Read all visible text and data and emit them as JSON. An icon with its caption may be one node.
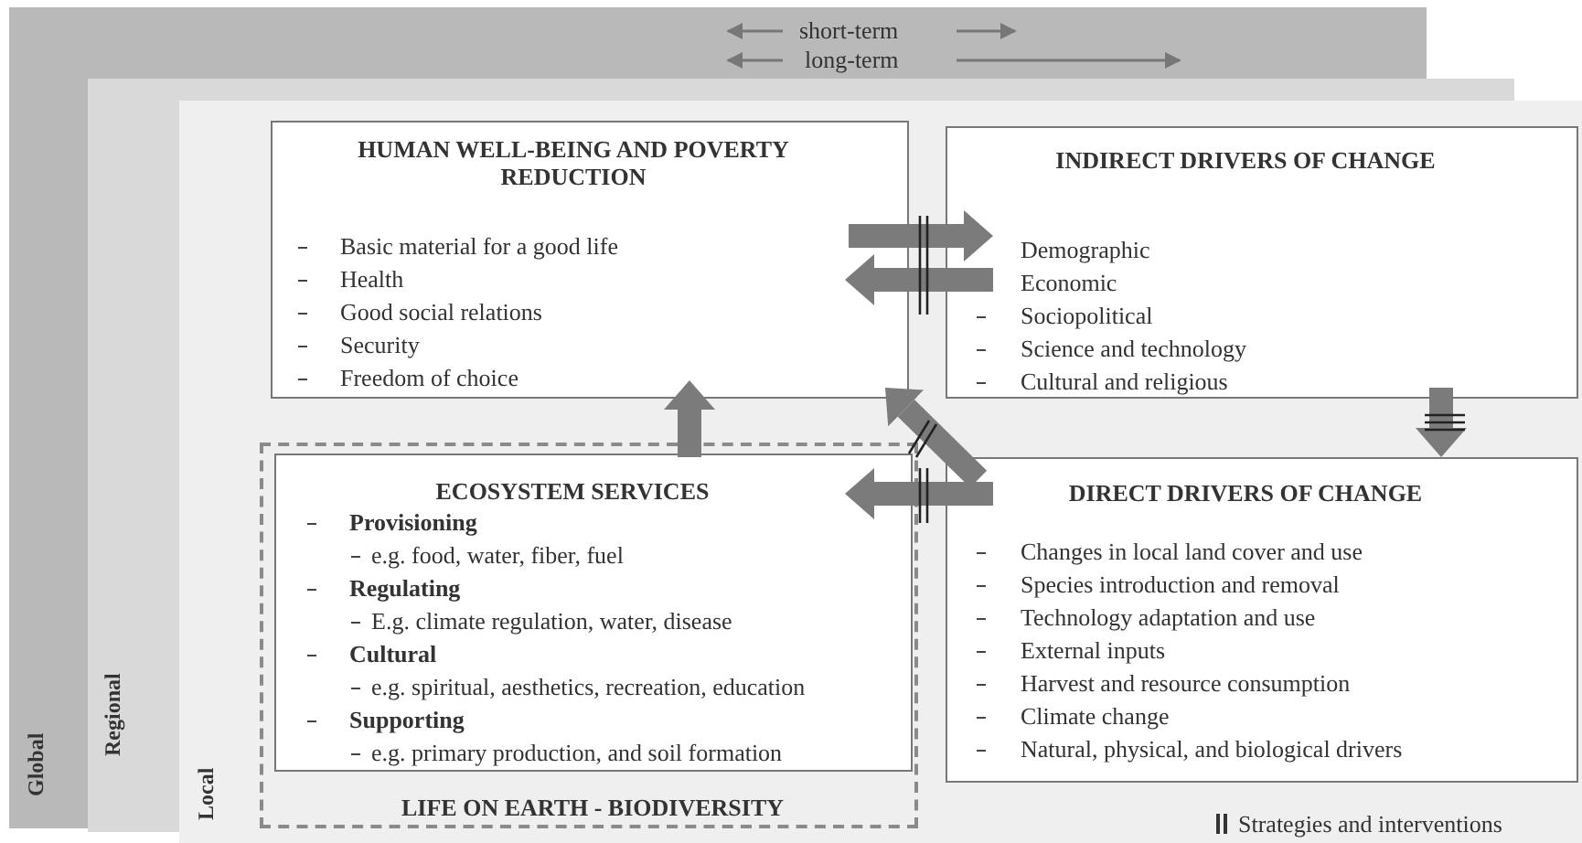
{
  "diagram": {
    "nodes": [
      {
        "text": [
          "Global"
        ]
      },
      {
        "text": [
          "Regional"
        ]
      },
      {
        "text": [
          "Local"
        ]
      },
      {
        "text": [
          "HUMAN WELL-BEING AND POVERTY REDUCTION",
          "Basic material for a good life",
          "Health",
          "Good social relations",
          "Security",
          "Freedom of choice"
        ],
        "in": 2
      },
      {
        "text": [
          "INDIRECT DRIVERS OF CHANGE",
          "Demographic",
          "Economic",
          "Sociopolitical",
          "Science and technology",
          "Cultural and religious"
        ],
        "in": 2
      },
      {
        "text": [
          "LIFE ON EARTH - BIODIVERSITY"
        ],
        "in": 2
      },
      {
        "text": [
          "ECOSYSTEM SERVICES",
          "Provisioning",
          "e.g. food, water, fiber, fuel",
          "Regulating",
          "E.g. climate regulation, water, disease",
          "Cultural",
          "e.g. spiritual, aesthetics, recreation, education",
          "Supporting",
          "e.g. primary production, and soil formation"
        ],
        "in": 5
      },
      {
        "text": [
          "DIRECT DRIVERS OF CHANGE",
          "Changes in local land cover and use",
          "Species introduction and removal",
          "Technology adaptation and use",
          "External inputs",
          "Harvest and resource consumption",
          "Climate change",
          "Natural, physical, and biological drivers"
        ],
        "in": 2
      }
    ],
    "edges": [
      {
        "from": 3,
        "to": 4,
        "arrow": "to"
      },
      {
        "from": 4,
        "to": 3,
        "arrow": "to"
      },
      {
        "from": 6,
        "to": 3,
        "arrow": "to"
      },
      {
        "from": 7,
        "to": 3,
        "arrow": "to"
      },
      {
        "from": 4,
        "to": 7,
        "arrow": "to"
      },
      {
        "from": 7,
        "to": 6,
        "arrow": "to"
      }
    ],
    "labels": [
      "short-term",
      "long-term"
    ],
    "legend": [
      {
        "text": "Strategies and interventions"
      }
    ]
  }
}
